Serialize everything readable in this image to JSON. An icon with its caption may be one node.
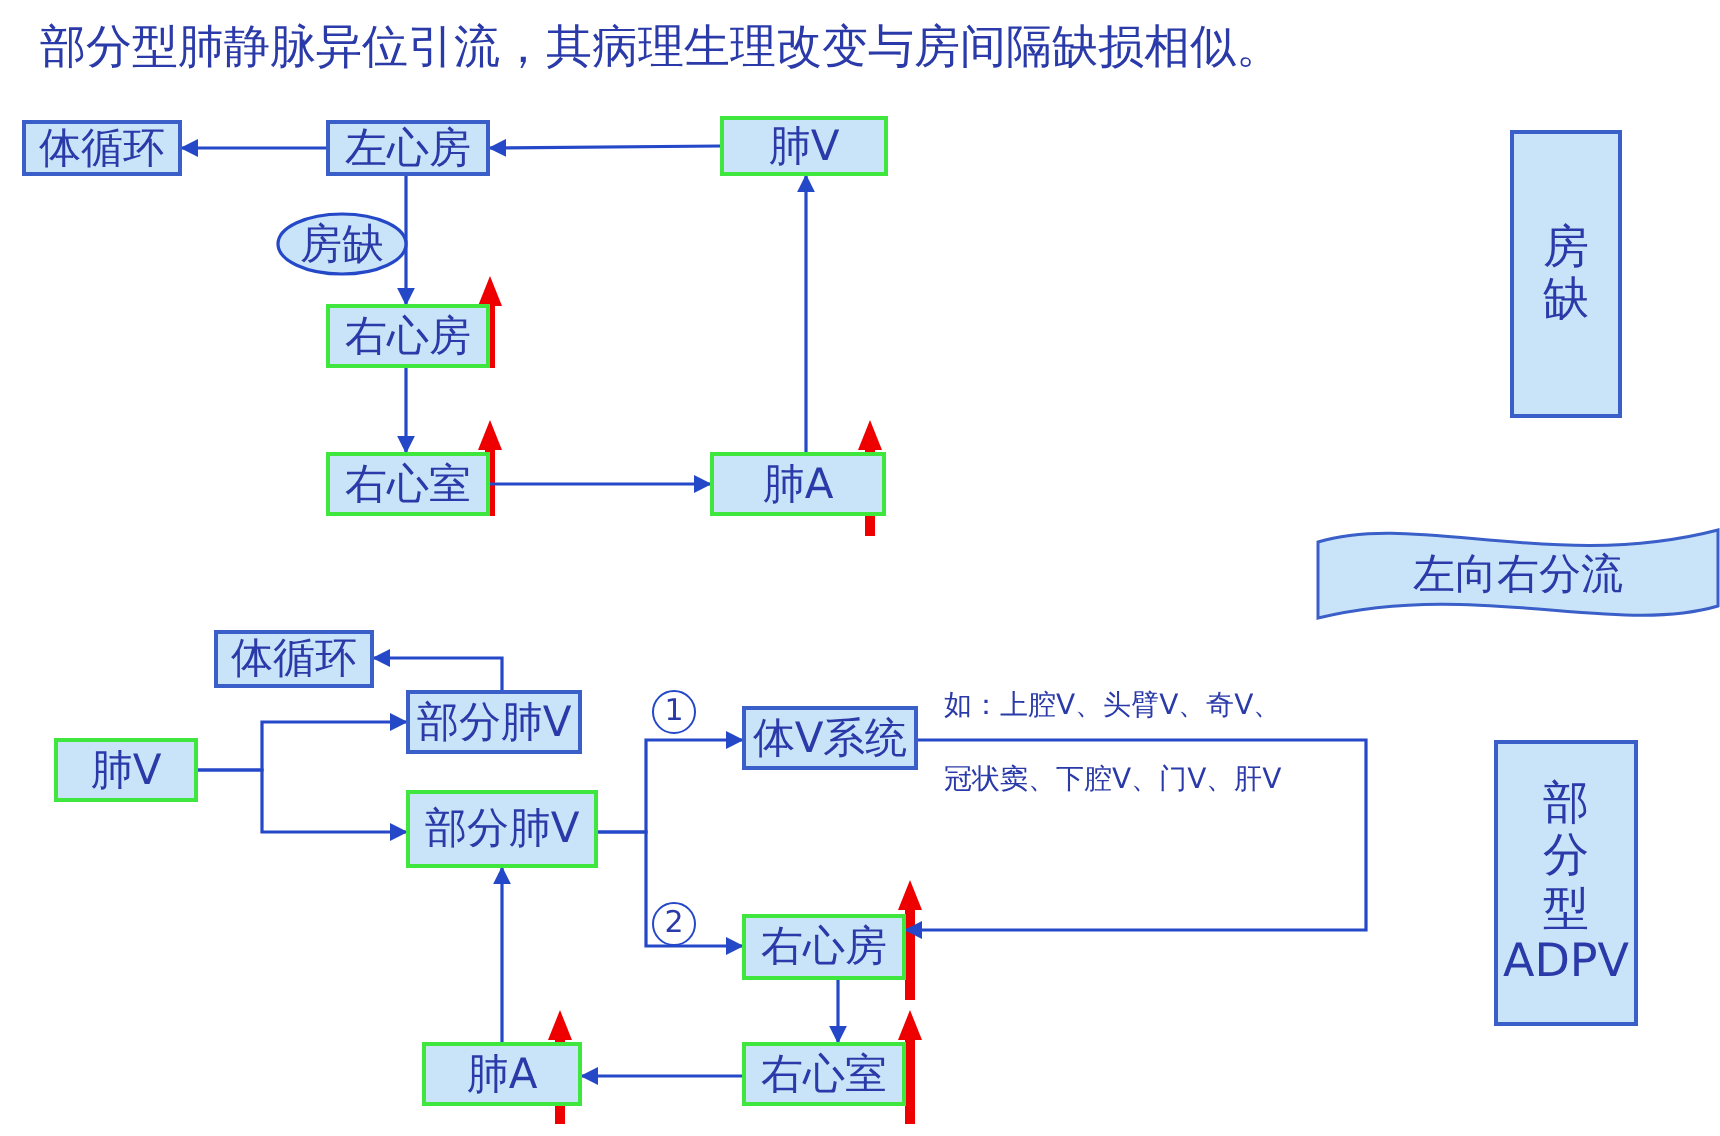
{
  "diagram": {
    "title": "部分型肺静脉异位引流，其病理生理改变与房间隔缺损相似。",
    "nodes": [
      {
        "text": [
          "体循环"
        ]
      },
      {
        "text": [
          "左心房"
        ]
      },
      {
        "text": [
          "肺V"
        ]
      },
      {
        "text": [
          "房缺"
        ]
      },
      {
        "text": [
          "右心房"
        ]
      },
      {
        "text": [
          "右心室"
        ]
      },
      {
        "text": [
          "肺A"
        ]
      },
      {
        "text": [
          "房缺"
        ]
      },
      {
        "text": [
          "左向右分流"
        ]
      },
      {
        "text": [
          "体循环"
        ]
      },
      {
        "text": [
          "部分肺V"
        ]
      },
      {
        "text": [
          "肺V"
        ]
      },
      {
        "text": [
          "部分肺V"
        ]
      },
      {
        "text": [
          "体V系统"
        ]
      },
      {
        "text": [
          "右心房"
        ]
      },
      {
        "text": [
          "右心室"
        ]
      },
      {
        "text": [
          "肺A"
        ]
      },
      {
        "text": [
          "部分型ADPV"
        ]
      }
    ],
    "edges": [
      {
        "from": 1,
        "to": 0,
        "arrow": "to"
      },
      {
        "from": 2,
        "to": 1,
        "arrow": "to"
      },
      {
        "from": 1,
        "to": 4,
        "arrow": "to"
      },
      {
        "from": 4,
        "to": 5,
        "arrow": "to"
      },
      {
        "from": 5,
        "to": 6,
        "arrow": "to"
      },
      {
        "from": 6,
        "to": 2,
        "arrow": "to"
      },
      {
        "from": 10,
        "to": 9,
        "arrow": "to"
      },
      {
        "from": 11,
        "to": 10,
        "arrow": "to"
      },
      {
        "from": 11,
        "to": 12,
        "arrow": "to"
      },
      {
        "from": 12,
        "to": 13,
        "arrow": "to",
        "label": "1"
      },
      {
        "from": 12,
        "to": 14,
        "arrow": "to",
        "label": "2"
      },
      {
        "from": 13,
        "to": 14,
        "arrow": "to"
      },
      {
        "from": 14,
        "to": 15,
        "arrow": "to"
      },
      {
        "from": 15,
        "to": 16,
        "arrow": "to"
      },
      {
        "from": 16,
        "to": 12,
        "arrow": "to"
      }
    ],
    "labels": [
      "如：上腔V、头臂V、奇V、",
      "冠状窦、下腔V、门V、肝V"
    ]
  }
}
